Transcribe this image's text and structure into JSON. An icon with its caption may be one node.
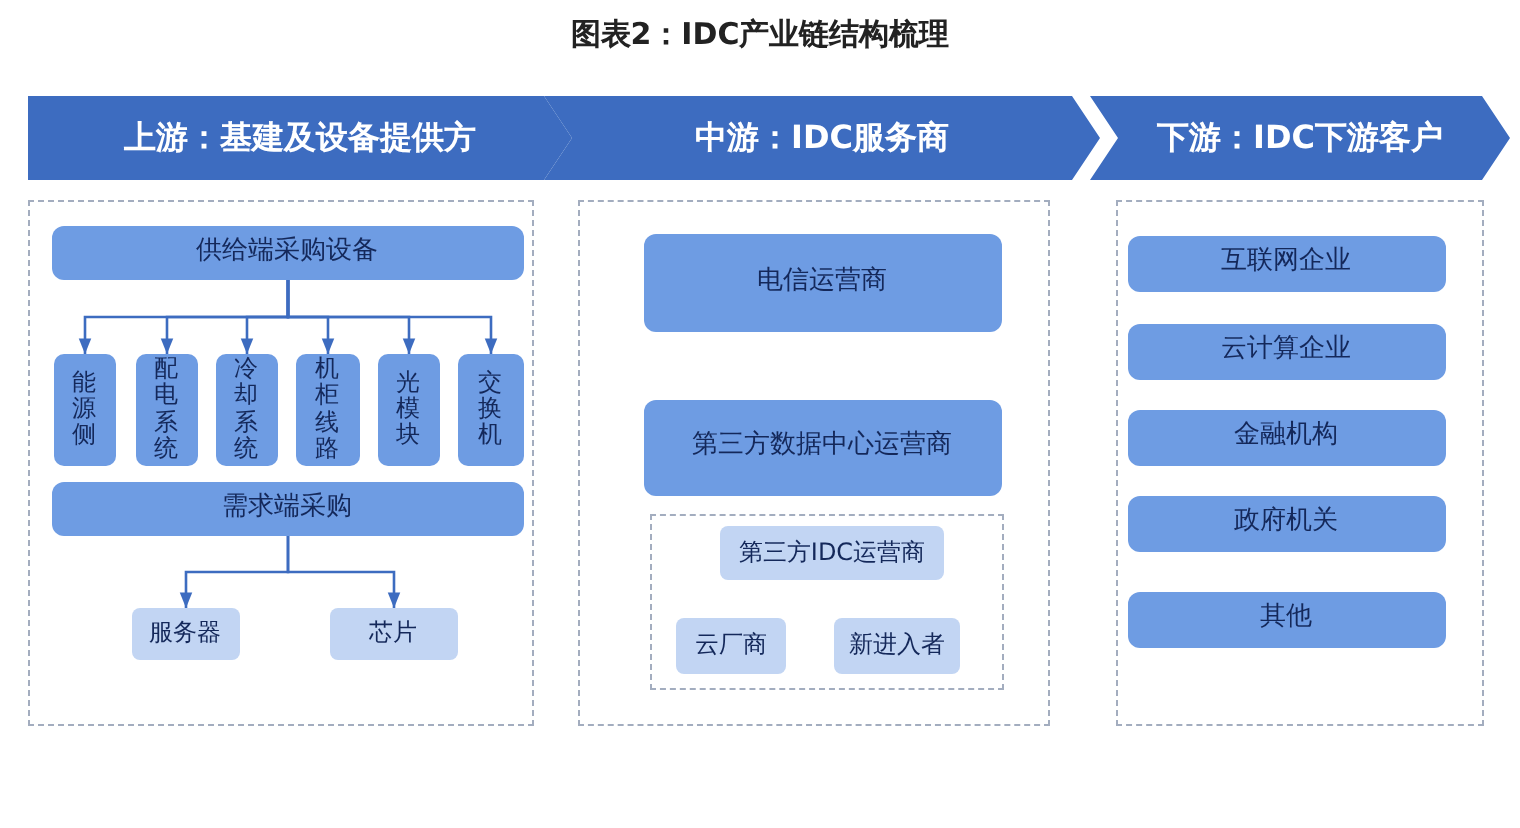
{
  "diagram": {
    "title": "图表2：IDC产业链结构梳理",
    "nodes": [
      {
        "text": [
          "上游：基建及设备提供方"
        ]
      },
      {
        "text": [
          "中游：IDC服务商"
        ]
      },
      {
        "text": [
          "下游：IDC下游客户"
        ]
      },
      {
        "text": [],
        "shape": "box"
      },
      {
        "text": [
          "供给端采购设备"
        ],
        "in": 3
      },
      {
        "text": [
          "能源侧"
        ],
        "in": 3
      },
      {
        "text": [
          "配电系统"
        ],
        "in": 3
      },
      {
        "text": [
          "冷却系统"
        ],
        "in": 3
      },
      {
        "text": [
          "机柜线路"
        ],
        "in": 3
      },
      {
        "text": [
          "光模块"
        ],
        "in": 3
      },
      {
        "text": [
          "交换机"
        ],
        "in": 3
      },
      {
        "text": [
          "需求端采购"
        ],
        "in": 3
      },
      {
        "text": [
          "服务器"
        ],
        "in": 3
      },
      {
        "text": [
          "芯片"
        ],
        "in": 3
      },
      {
        "text": [],
        "shape": "box"
      },
      {
        "text": [
          "电信运营商"
        ],
        "in": 14
      },
      {
        "text": [
          "第三方数据中心运营商"
        ],
        "in": 14
      },
      {
        "text": [],
        "shape": "box",
        "in": 14
      },
      {
        "text": [
          "第三方IDC运营商"
        ],
        "in": 17
      },
      {
        "text": [
          "云厂商"
        ],
        "in": 17
      },
      {
        "text": [
          "新进入者"
        ],
        "in": 17
      },
      {
        "text": [],
        "shape": "box"
      },
      {
        "text": [
          "互联网企业"
        ],
        "in": 21
      },
      {
        "text": [
          "云计算企业"
        ],
        "in": 21
      },
      {
        "text": [
          "金融机构"
        ],
        "in": 21
      },
      {
        "text": [
          "政府机关"
        ],
        "in": 21
      },
      {
        "text": [
          "其他"
        ],
        "in": 21
      }
    ],
    "edges": [
      {
        "from": 4,
        "to": 5,
        "arrow": "to"
      },
      {
        "from": 4,
        "to": 6,
        "arrow": "to"
      },
      {
        "from": 4,
        "to": 7,
        "arrow": "to"
      },
      {
        "from": 4,
        "to": 8,
        "arrow": "to"
      },
      {
        "from": 4,
        "to": 9,
        "arrow": "to"
      },
      {
        "from": 4,
        "to": 10,
        "arrow": "to"
      },
      {
        "from": 11,
        "to": 12,
        "arrow": "to"
      },
      {
        "from": 11,
        "to": 13,
        "arrow": "to"
      }
    ]
  }
}
